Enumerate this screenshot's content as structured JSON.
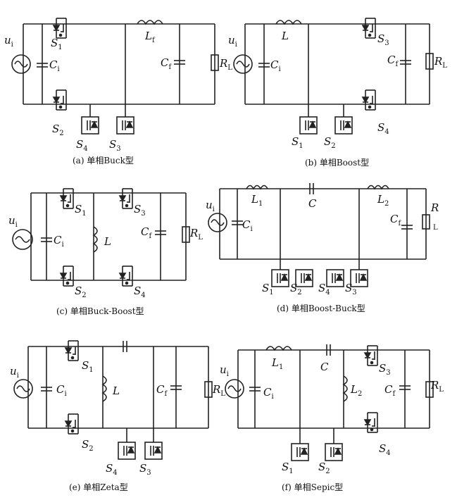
{
  "panels": [
    {
      "id": "a",
      "caption": "(a) 单相Buck型"
    },
    {
      "id": "b",
      "caption": "(b) 单相Boost型"
    },
    {
      "id": "c",
      "caption": "(c) 单相Buck-Boost型"
    },
    {
      "id": "d",
      "caption": "(d) 单相Boost-Buck型"
    },
    {
      "id": "e",
      "caption": "(e) 单相Zeta型"
    },
    {
      "id": "f",
      "caption": "(f) 单相Sepic型"
    }
  ],
  "labels": {
    "source": "u",
    "source_sub": "i",
    "input_cap": "C",
    "input_cap_sub": "i",
    "filter_cap": "C",
    "filter_cap_sub": "f",
    "load": "R",
    "load_sub": "L",
    "inductor": "L",
    "inductor_f_sub": "f",
    "inductor_1_sub": "1",
    "inductor_2_sub": "2",
    "coupling_cap": "C",
    "switch": "S",
    "s1_sub": "1",
    "s2_sub": "2",
    "s3_sub": "3",
    "s4_sub": "4"
  }
}
